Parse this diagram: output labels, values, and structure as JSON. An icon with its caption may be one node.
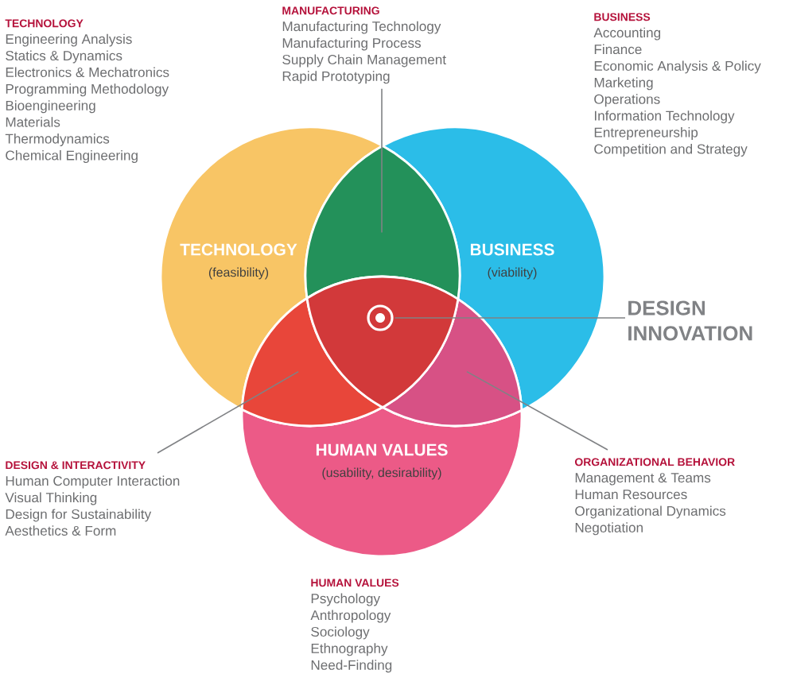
{
  "diagram": {
    "nodes": [
      {
        "text": [
          "TECHNOLOGY",
          "(feasibility)"
        ]
      },
      {
        "text": [
          "BUSINESS",
          "(viability)"
        ]
      },
      {
        "text": [
          "HUMAN VALUES",
          "(usability, desirability)"
        ]
      },
      {
        "text": [],
        "shape": "lens"
      },
      {
        "text": [],
        "shape": "lens"
      },
      {
        "text": [],
        "shape": "lens"
      },
      {
        "text": [],
        "shape": "target"
      },
      {
        "text": [
          "MANUFACTURING",
          "Manufacturing Technology",
          "Manufacturing Process",
          "Supply Chain Management",
          "Rapid Prototyping"
        ]
      },
      {
        "text": [
          "DESIGN INNOVATION"
        ]
      },
      {
        "text": [
          "DESIGN & INTERACTIVITY",
          "Human Computer Interaction",
          "Visual Thinking",
          "Design for Sustainability",
          "Aesthetics & Form"
        ]
      },
      {
        "text": [
          "ORGANIZATIONAL BEHAVIOR",
          "Management & Teams",
          "Human Resources",
          "Organizational Dynamics",
          "Negotiation"
        ]
      }
    ],
    "edges": [
      {
        "from": 7,
        "to": 3,
        "arrow": "none"
      },
      {
        "from": 8,
        "to": 6,
        "arrow": "none"
      },
      {
        "from": 9,
        "to": 4,
        "arrow": "none"
      },
      {
        "from": 10,
        "to": 5,
        "arrow": "none"
      }
    ],
    "labels": [
      "TECHNOLOGY",
      "Engineering Analysis",
      "Statics & Dynamics",
      "Electronics & Mechatronics",
      "Programming Methodology",
      "Bioengineering",
      "Materials",
      "Thermodynamics",
      "Chemical Engineering",
      "BUSINESS",
      "Accounting",
      "Finance",
      "Economic Analysis & Policy",
      "Marketing",
      "Operations",
      "Information Technology",
      "Entrepreneurship",
      "Competition and Strategy",
      "HUMAN VALUES",
      "Psychology",
      "Anthropology",
      "Sociology",
      "Ethnography",
      "Need-Finding"
    ]
  }
}
